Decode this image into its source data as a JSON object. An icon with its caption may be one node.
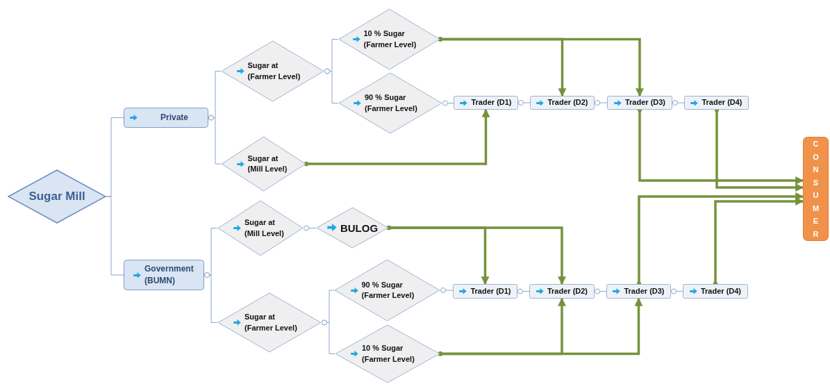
{
  "diagram": {
    "nodes": [
      {
        "text": [
          "Sugar Mill"
        ]
      },
      {
        "text": [
          "Private"
        ]
      },
      {
        "text": [
          "Government (BUMN)"
        ]
      },
      {
        "text": [
          "Sugar at (Farmer Level)"
        ]
      },
      {
        "text": [
          "Sugar at (Mill Level)"
        ]
      },
      {
        "text": [
          "10 % Sugar (Farmer Level)"
        ]
      },
      {
        "text": [
          "90 % Sugar (Farmer Level)"
        ]
      },
      {
        "text": [
          "Trader (D1)"
        ]
      },
      {
        "text": [
          "Trader (D2)"
        ]
      },
      {
        "text": [
          "Trader (D3)"
        ]
      },
      {
        "text": [
          "Trader (D4)"
        ]
      },
      {
        "text": [
          "Sugar at (Mill Level)"
        ]
      },
      {
        "text": [
          "BULOG"
        ]
      },
      {
        "text": [
          "Sugar at (Farmer Level)"
        ]
      },
      {
        "text": [
          "90 % Sugar (Farmer Level)"
        ]
      },
      {
        "text": [
          "10 % Sugar (Farmer Level)"
        ]
      },
      {
        "text": [
          "Trader (D1)"
        ]
      },
      {
        "text": [
          "Trader (D2)"
        ]
      },
      {
        "text": [
          "Trader (D3)"
        ]
      },
      {
        "text": [
          "Trader (D4)"
        ]
      },
      {
        "text": [
          "CONSUMER"
        ]
      }
    ],
    "edges": [
      {
        "from": 0,
        "to": 1,
        "arrow": "none"
      },
      {
        "from": 0,
        "to": 2,
        "arrow": "none"
      },
      {
        "from": 1,
        "to": 3,
        "arrow": "other"
      },
      {
        "from": 1,
        "to": 4,
        "arrow": "other"
      },
      {
        "from": 3,
        "to": 5,
        "arrow": "other"
      },
      {
        "from": 3,
        "to": 6,
        "arrow": "other"
      },
      {
        "from": 6,
        "to": 7,
        "arrow": "other"
      },
      {
        "from": 7,
        "to": 8,
        "arrow": "other"
      },
      {
        "from": 8,
        "to": 9,
        "arrow": "other"
      },
      {
        "from": 9,
        "to": 10,
        "arrow": "other"
      },
      {
        "from": 2,
        "to": 11,
        "arrow": "other"
      },
      {
        "from": 2,
        "to": 13,
        "arrow": "other"
      },
      {
        "from": 11,
        "to": 12,
        "arrow": "other"
      },
      {
        "from": 13,
        "to": 14,
        "arrow": "other"
      },
      {
        "from": 13,
        "to": 15,
        "arrow": "other"
      },
      {
        "from": 14,
        "to": 16,
        "arrow": "other"
      },
      {
        "from": 16,
        "to": 17,
        "arrow": "other"
      },
      {
        "from": 17,
        "to": 18,
        "arrow": "other"
      },
      {
        "from": 18,
        "to": 19,
        "arrow": "other"
      },
      {
        "from": 5,
        "to": 8,
        "arrow": "to",
        "style": "thick",
        "color": "#76923c"
      },
      {
        "from": 5,
        "to": 9,
        "arrow": "to",
        "style": "thick",
        "color": "#76923c"
      },
      {
        "from": 4,
        "to": 7,
        "arrow": "to",
        "style": "thick",
        "color": "#76923c"
      },
      {
        "from": 9,
        "to": 20,
        "arrow": "to",
        "style": "thick",
        "color": "#76923c"
      },
      {
        "from": 10,
        "to": 20,
        "arrow": "to",
        "style": "thick",
        "color": "#76923c"
      },
      {
        "from": 12,
        "to": 16,
        "arrow": "to",
        "style": "thick",
        "color": "#76923c"
      },
      {
        "from": 12,
        "to": 17,
        "arrow": "to",
        "style": "thick",
        "color": "#76923c"
      },
      {
        "from": 15,
        "to": 17,
        "arrow": "to",
        "style": "thick",
        "color": "#76923c"
      },
      {
        "from": 15,
        "to": 18,
        "arrow": "to",
        "style": "thick",
        "color": "#76923c"
      },
      {
        "from": 18,
        "to": 20,
        "arrow": "to",
        "style": "thick",
        "color": "#76923c"
      },
      {
        "from": 19,
        "to": 20,
        "arrow": "to",
        "style": "thick",
        "color": "#76923c"
      }
    ]
  }
}
